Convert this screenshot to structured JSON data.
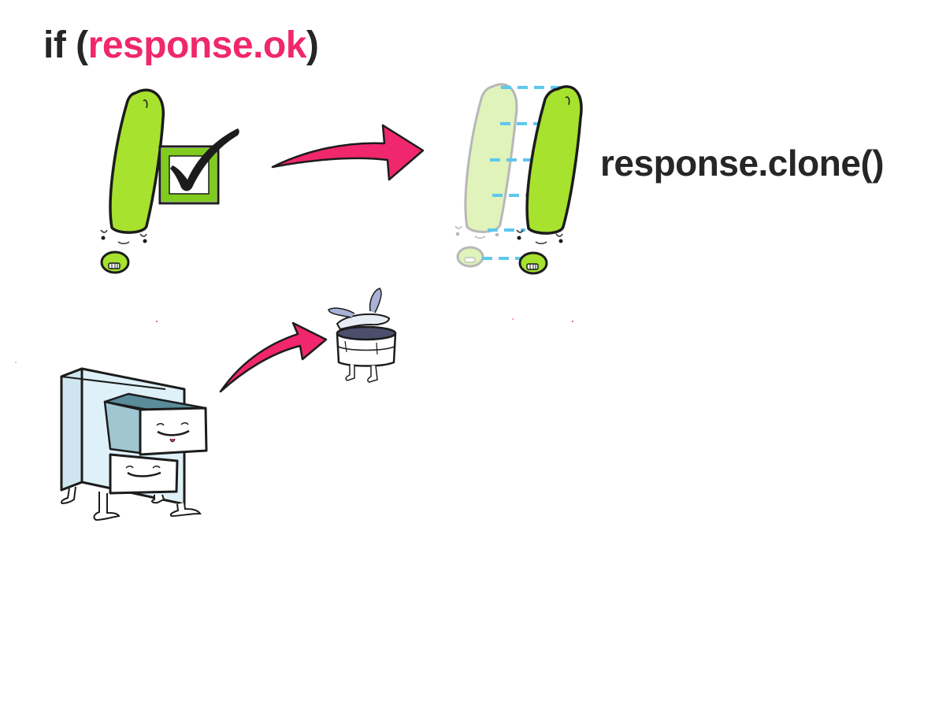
{
  "heading": {
    "prefix": "if (",
    "code": "response.ok",
    "suffix": ")"
  },
  "clone_label": "response.clone()",
  "colors": {
    "text": "#262626",
    "accent": "#f0276c",
    "exclamation_green": "#a6e22e",
    "clone_green": "#dcf2b4",
    "dash_blue": "#5ec8ee",
    "cabinet_blue": "#dff1f8",
    "drawer_teal": "#5a8c99"
  },
  "icons": [
    "exclamation-mark-icon",
    "checkbox-checked-icon",
    "curved-arrow-icon",
    "cloned-exclamation-icon",
    "filing-cabinet-icon",
    "cache-bucket-icon"
  ]
}
